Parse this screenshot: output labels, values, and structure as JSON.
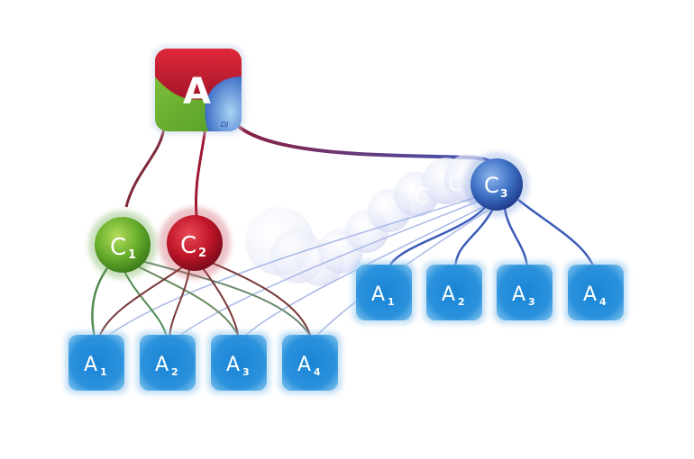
{
  "root": {
    "letter": "A",
    "mark": "DJ"
  },
  "clusters": [
    {
      "id": "c1",
      "letter": "C",
      "sub": "1",
      "color": "#5aa52a"
    },
    {
      "id": "c2",
      "letter": "C",
      "sub": "2",
      "color": "#c2182b"
    },
    {
      "id": "c3",
      "letter": "C",
      "sub": "3",
      "color": "#3e73c6"
    }
  ],
  "ghost_label": "C",
  "left_group": [
    {
      "letter": "A",
      "sub": "1"
    },
    {
      "letter": "A",
      "sub": "2"
    },
    {
      "letter": "A",
      "sub": "3"
    },
    {
      "letter": "A",
      "sub": "4"
    }
  ],
  "right_group": [
    {
      "letter": "A",
      "sub": "1"
    },
    {
      "letter": "A",
      "sub": "2"
    },
    {
      "letter": "A",
      "sub": "3"
    },
    {
      "letter": "A",
      "sub": "4"
    }
  ],
  "colors": {
    "tile": "#1f8ad8",
    "tile_light": "#7cc3f0",
    "link_dark": "#7a1a3a",
    "link_blue": "#3a5bb8"
  }
}
